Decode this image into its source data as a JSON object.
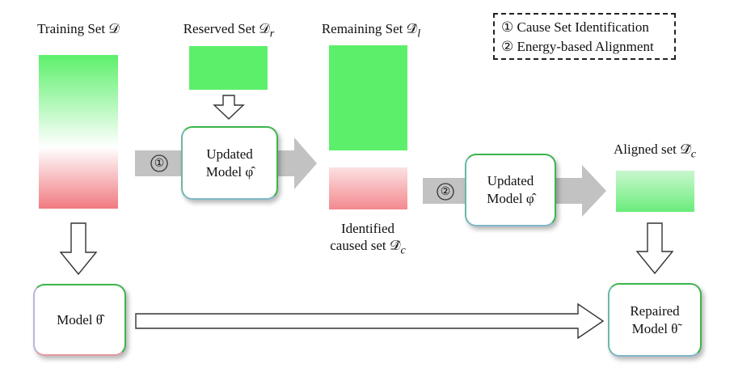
{
  "labels": {
    "training_set": "Training Set 𝒟",
    "reserved_set": "Reserved Set 𝒟",
    "reserved_sub": "r",
    "remaining_set": "Remaining Set 𝒟̂",
    "remaining_sub": "l",
    "identified_line1": "Identified",
    "identified_line2": "caused set 𝒟̂",
    "identified_sub": "c",
    "aligned_set": "Aligned set 𝒟̃",
    "aligned_sub": "c"
  },
  "legend": {
    "item1": "① Cause Set Identification",
    "item2": "② Energy-based Alignment"
  },
  "boxes": {
    "updated1_line1": "Updated",
    "updated1_line2": "Model φ̂",
    "updated2_line1": "Updated",
    "updated2_line2": "Model φ̂",
    "model_theta": "Model θ̂",
    "repaired_line1": "Repaired",
    "repaired_line2": "Model θ̃"
  },
  "steps": {
    "step1": "①",
    "step2": "②"
  },
  "colors": {
    "green": "#5cf06a",
    "light_green": "#9af2aa",
    "red": "#f07a80",
    "light_red": "#f8b7b9",
    "arrow_gray": "#c2c2c2",
    "box_border": "#3bb54a"
  }
}
